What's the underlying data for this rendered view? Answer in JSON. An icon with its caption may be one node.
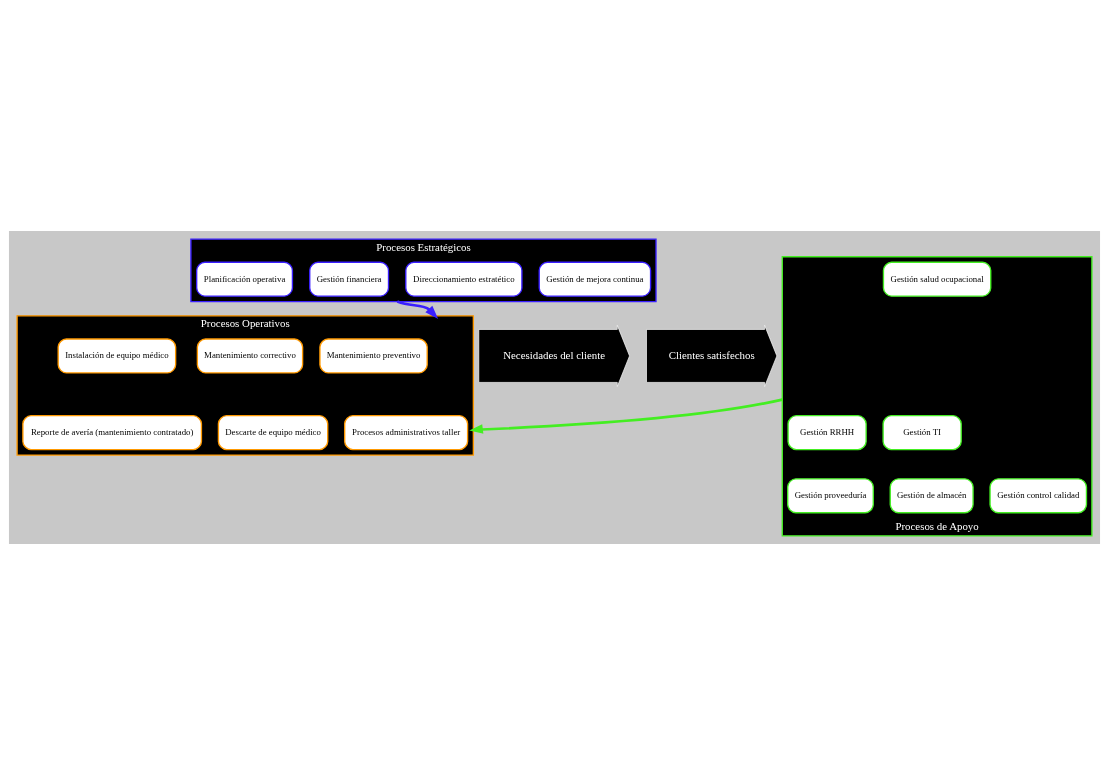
{
  "diagram": {
    "nodes": [
      {
        "text": [
          "Procesos Estratégicos"
        ]
      },
      {
        "text": [
          "Direccionamiento estratético"
        ],
        "in": 0
      },
      {
        "text": [
          "Planificación operativa"
        ],
        "in": 0
      },
      {
        "text": [
          "Gestión financiera"
        ],
        "in": 0
      },
      {
        "text": [
          "Gestión de mejora continua"
        ],
        "in": 0
      },
      {
        "text": [
          "Necesidades del cliente"
        ]
      },
      {
        "text": [
          "Procesos Operativos"
        ]
      },
      {
        "text": [
          "Mantenimiento preventivo"
        ],
        "in": 6
      },
      {
        "text": [
          "Instalación de equipo médico"
        ],
        "in": 6
      },
      {
        "text": [
          "Mantenimiento correctivo"
        ],
        "in": 6
      },
      {
        "text": [
          "Procesos administrativos taller"
        ],
        "in": 6
      },
      {
        "text": [
          "Reporte de avería (mantenimiento contratado)"
        ],
        "in": 6
      },
      {
        "text": [
          "Descarte de equipo médico"
        ],
        "in": 6
      },
      {
        "text": [
          "Clientes satisfechos"
        ]
      },
      {
        "text": [
          "Procesos de Apoyo"
        ]
      },
      {
        "text": [
          "Gestión RRHH"
        ],
        "in": 14
      },
      {
        "text": [
          "Gestión control calidad"
        ],
        "in": 14
      },
      {
        "text": [
          "Gestión proveeduría"
        ],
        "in": 14
      },
      {
        "text": [
          "Gestión salud ocupacional"
        ],
        "in": 14
      },
      {
        "text": [
          "Gestión de almacén"
        ],
        "in": 14
      },
      {
        "text": [
          "Gestión TI"
        ],
        "in": 14
      }
    ],
    "edges": [
      {
        "from": 0,
        "to": 6,
        "arrow": "to",
        "color": "#3a1fff"
      },
      {
        "from": 14,
        "to": 6,
        "arrow": "to",
        "color": "#44ee22"
      }
    ]
  }
}
